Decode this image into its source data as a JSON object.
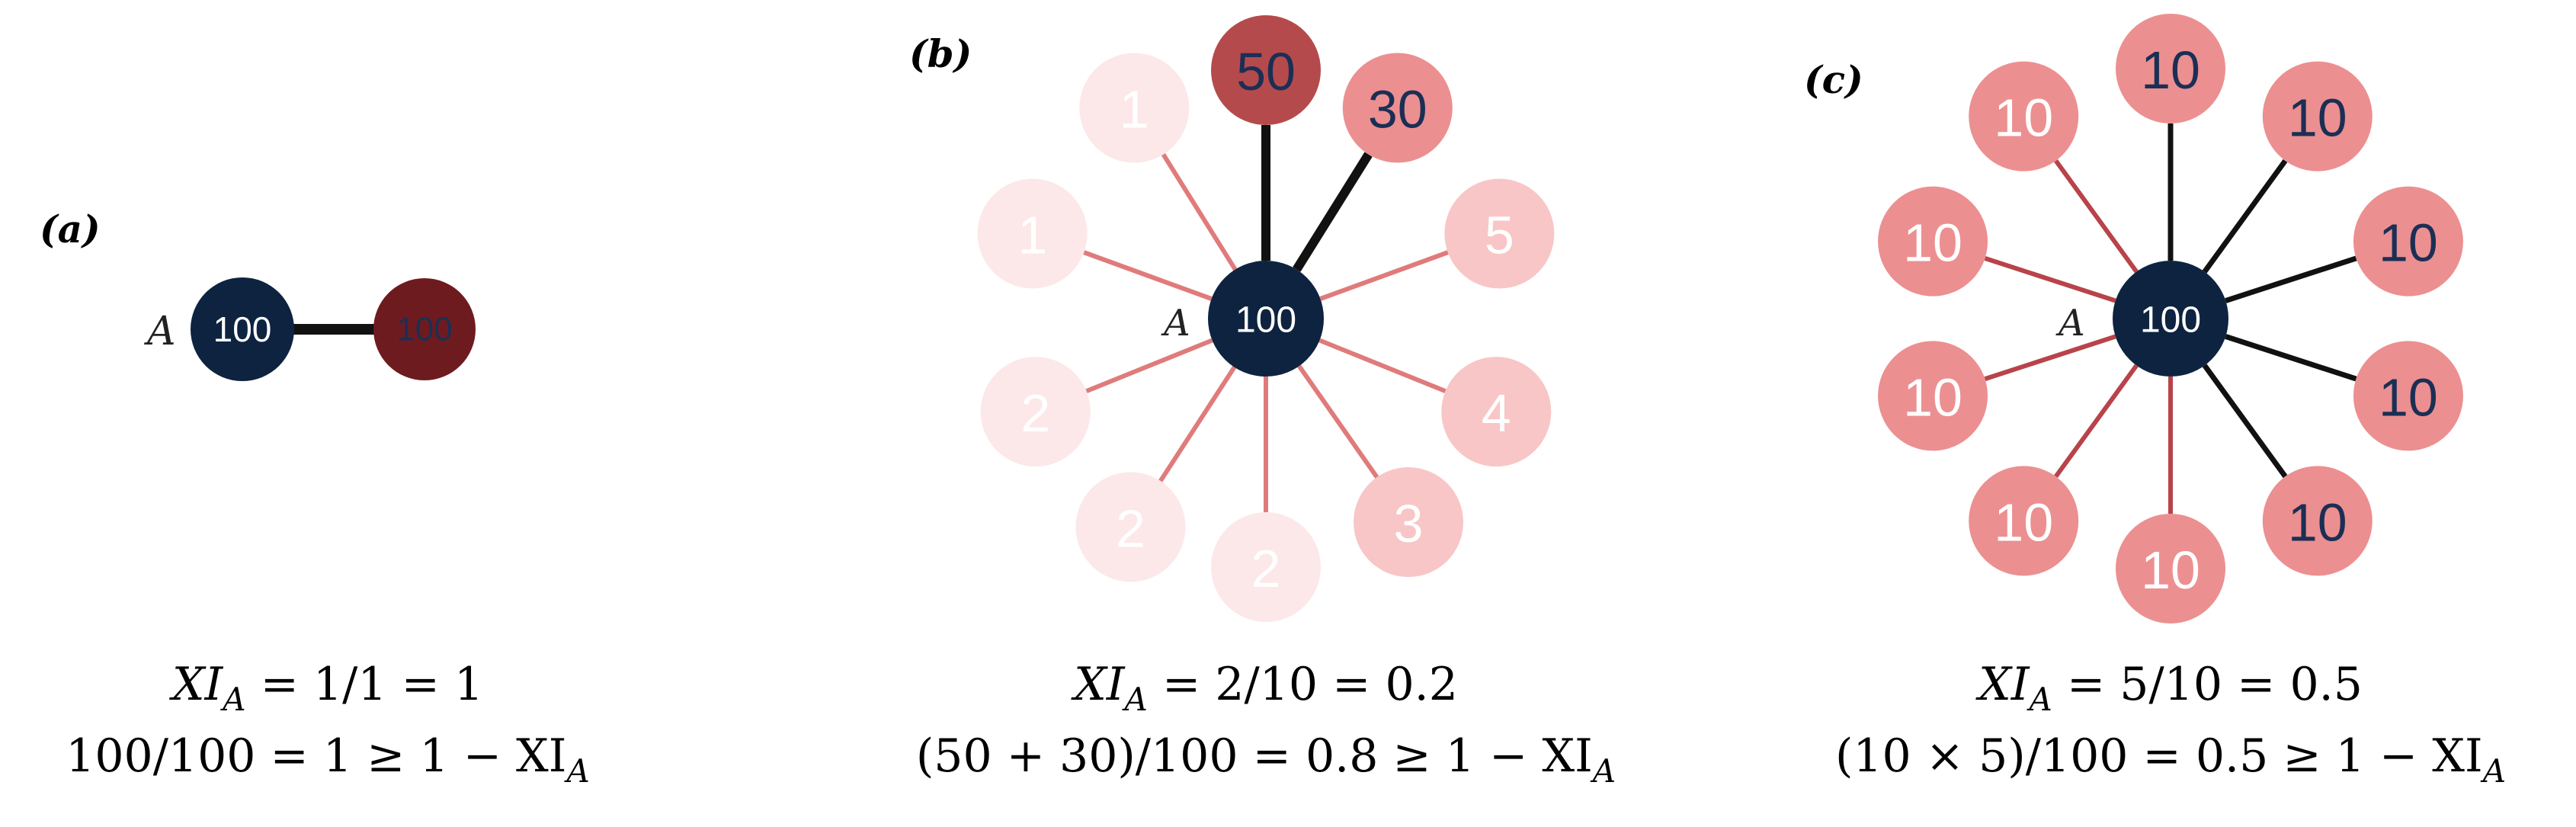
{
  "colors": {
    "navy": "#0d2340",
    "edge_black": "#111111",
    "edge_red_a": "#e07b7b",
    "edge_red_c": "#b8434a",
    "node_dark_red": "#6e1b1f",
    "node_red_50": "#b54a4d",
    "node_pink": "#ec8f90",
    "node_pale": "#fce8e8",
    "node_light": "#f8c6c6",
    "text_dark": "#1b2f55",
    "text_white": "#ffffff"
  },
  "panels": {
    "a": {
      "label": "(a)",
      "center": {
        "name": "A",
        "value": "100"
      },
      "neighbor": {
        "value": "100"
      },
      "formula1": {
        "lhs": "XI",
        "sub": "A",
        "rhs": " = 1/1 = 1"
      },
      "formula2": {
        "lhs": "100/100 = 1 ≥ 1 − XI",
        "sub": "A"
      }
    },
    "b": {
      "label": "(b)",
      "center": {
        "name": "A",
        "value": "100"
      },
      "neighbors": [
        {
          "value": "50",
          "angle": 0,
          "style": "strong",
          "edge": "black",
          "edge_width": 12
        },
        {
          "value": "30",
          "angle": 32,
          "style": "medium",
          "edge": "black",
          "edge_width": 12
        },
        {
          "value": "5",
          "angle": 70,
          "style": "light",
          "edge": "red",
          "edge_width": 6
        },
        {
          "value": "4",
          "angle": 112,
          "style": "light",
          "edge": "red",
          "edge_width": 6
        },
        {
          "value": "3",
          "angle": 145,
          "style": "light",
          "edge": "red",
          "edge_width": 6
        },
        {
          "value": "2",
          "angle": 180,
          "style": "pale",
          "edge": "red",
          "edge_width": 6
        },
        {
          "value": "2",
          "angle": 213,
          "style": "pale",
          "edge": "red",
          "edge_width": 6
        },
        {
          "value": "2",
          "angle": 248,
          "style": "pale",
          "edge": "red",
          "edge_width": 6
        },
        {
          "value": "1",
          "angle": 290,
          "style": "pale",
          "edge": "red",
          "edge_width": 6
        },
        {
          "value": "1",
          "angle": 328,
          "style": "pale",
          "edge": "red",
          "edge_width": 6
        }
      ],
      "formula1": {
        "lhs": "XI",
        "sub": "A",
        "rhs": " = 2/10 = 0.2"
      },
      "formula2": {
        "lhs": "(50 + 30)/100 = 0.8 ≥ 1 − XI",
        "sub": "A"
      }
    },
    "c": {
      "label": "(c)",
      "center": {
        "name": "A",
        "value": "100"
      },
      "neighbors": [
        {
          "value": "10",
          "angle": 0,
          "edge": "black"
        },
        {
          "value": "10",
          "angle": 36,
          "edge": "black"
        },
        {
          "value": "10",
          "angle": 72,
          "edge": "black"
        },
        {
          "value": "10",
          "angle": 108,
          "edge": "black"
        },
        {
          "value": "10",
          "angle": 144,
          "edge": "black"
        },
        {
          "value": "10",
          "angle": 180,
          "edge": "red"
        },
        {
          "value": "10",
          "angle": 216,
          "edge": "red"
        },
        {
          "value": "10",
          "angle": 252,
          "edge": "red"
        },
        {
          "value": "10",
          "angle": 288,
          "edge": "red"
        },
        {
          "value": "10",
          "angle": 324,
          "edge": "red"
        }
      ],
      "formula1": {
        "lhs": "XI",
        "sub": "A",
        "rhs": " = 5/10 = 0.5"
      },
      "formula2": {
        "lhs": "(10 × 5)/100 = 0.5 ≥ 1 − XI",
        "sub": "A"
      }
    }
  }
}
